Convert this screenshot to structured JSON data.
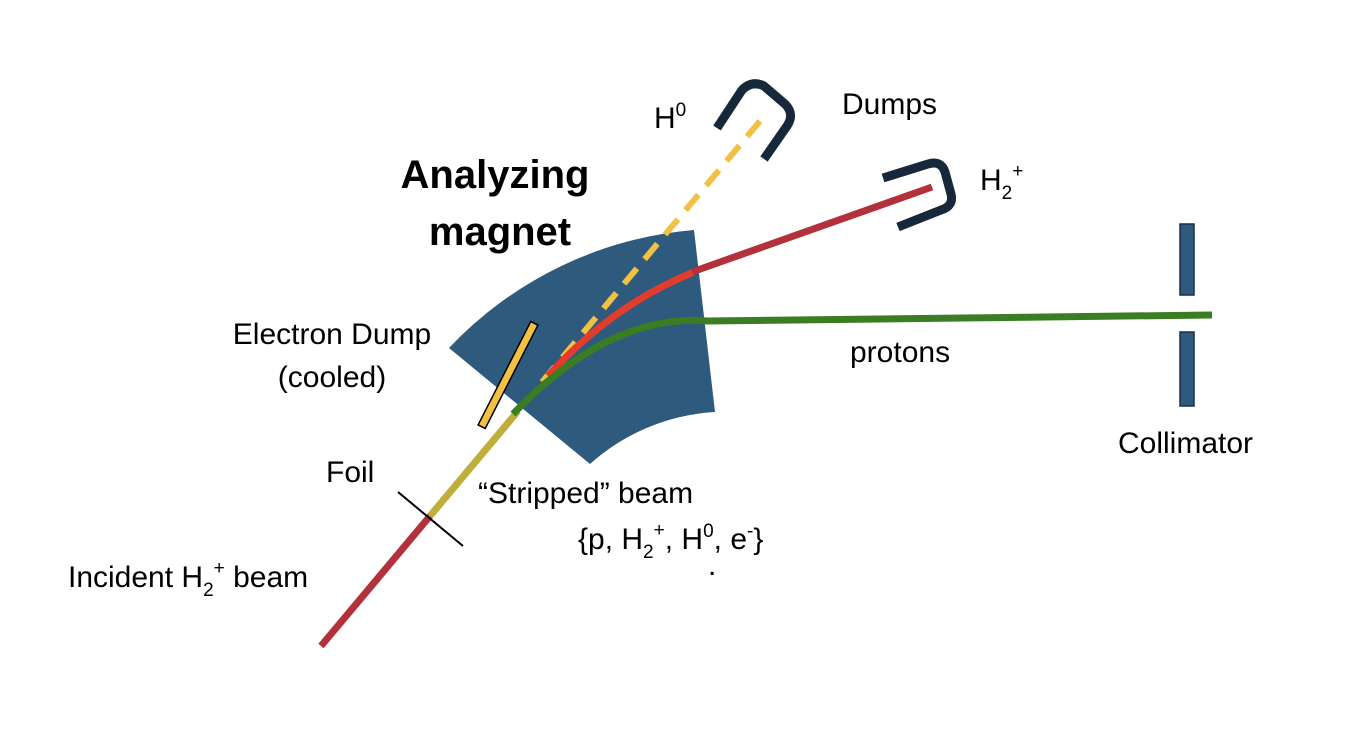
{
  "labels": {
    "analyzing_line1": "Analyzing",
    "analyzing_line2": "magnet",
    "h0_base": "H",
    "h0_sup": "0",
    "dumps": "Dumps",
    "h2_base": "H",
    "h2_sub": "2",
    "h2_sup": "+",
    "electron_dump_line1": "Electron Dump",
    "electron_dump_line2": "(cooled)",
    "protons": "protons",
    "collimator": "Collimator",
    "foil": "Foil",
    "stripped_line1": "“Stripped” beam",
    "stripped_line2_a": "{p, H",
    "stripped_line2_sub": "2",
    "stripped_line2_sup": "+",
    "stripped_line2_b": ", H",
    "stripped_line2_sup0": "0",
    "stripped_line2_c": ", e",
    "stripped_line2_supe": "-",
    "stripped_line2_d": "}",
    "stray_dot": ".",
    "incident_a": "Incident H",
    "incident_sub": "2",
    "incident_sup": "+",
    "incident_b": " beam"
  },
  "colors": {
    "magnet": "#2e5a7e",
    "incident_beam": "#b3313a",
    "stripped_beam": "#bfae3a",
    "h0_beam": "#f2c043",
    "h2_beam_inside": "#e13c2c",
    "h2_beam_outside": "#b3313a",
    "proton_beam": "#3a7d22",
    "dump": "#16283a",
    "electron_dump_fill": "#f2c043",
    "collimator": "#2e5a7e"
  }
}
